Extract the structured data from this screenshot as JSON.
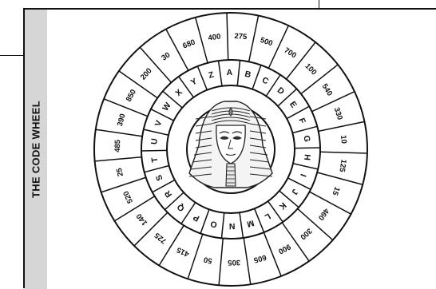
{
  "title": "THE CODE WHEEL",
  "letters": [
    "A",
    "B",
    "C",
    "D",
    "E",
    "F",
    "G",
    "H",
    "I",
    "J",
    "K",
    "L",
    "M",
    "N",
    "O",
    "P",
    "Q",
    "R",
    "S",
    "T",
    "U",
    "V",
    "W",
    "X",
    "Y",
    "Z"
  ],
  "numbers": [
    "500",
    "700",
    "100",
    "540",
    "330",
    "10",
    "125",
    "15",
    "460",
    "300",
    "900",
    "605",
    "305",
    "50",
    "415",
    "725",
    "140",
    "520",
    "25",
    "485",
    "390",
    "850",
    "200",
    "30",
    "680",
    "400",
    "275"
  ],
  "center_image": "pharaoh-mask"
}
